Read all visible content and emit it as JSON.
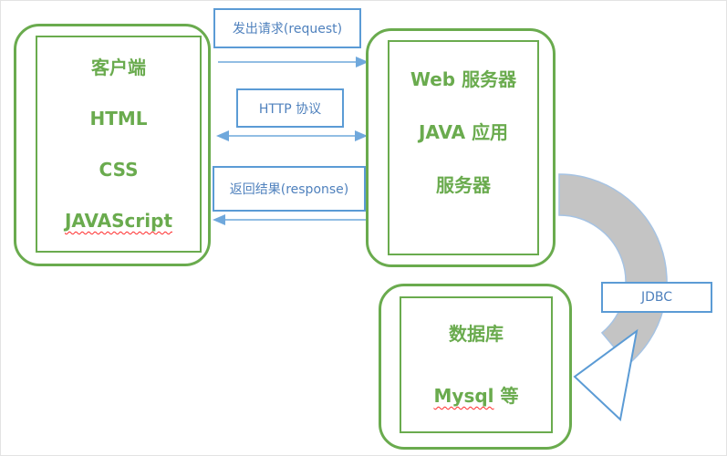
{
  "diagram": {
    "client": {
      "title": "客户端",
      "tech1": "HTML",
      "tech2": "CSS",
      "tech3": "JAVAScript"
    },
    "server": {
      "line1": "Web 服务器",
      "line2": "JAVA 应用",
      "line3": "服务器"
    },
    "database": {
      "line1": "数据库",
      "name": "Mysql",
      "suffix": " 等"
    },
    "connectors": {
      "request_label": "发出请求(request)",
      "http_label": "HTTP 协议",
      "response_label": "返回结果(response)",
      "jdbc_label": "JDBC"
    },
    "colors": {
      "green": "#6aab4e",
      "blue": "#5b9bd5",
      "band_gray": "#c4c4c4",
      "squiggle_red": "#ff2a2a"
    }
  }
}
